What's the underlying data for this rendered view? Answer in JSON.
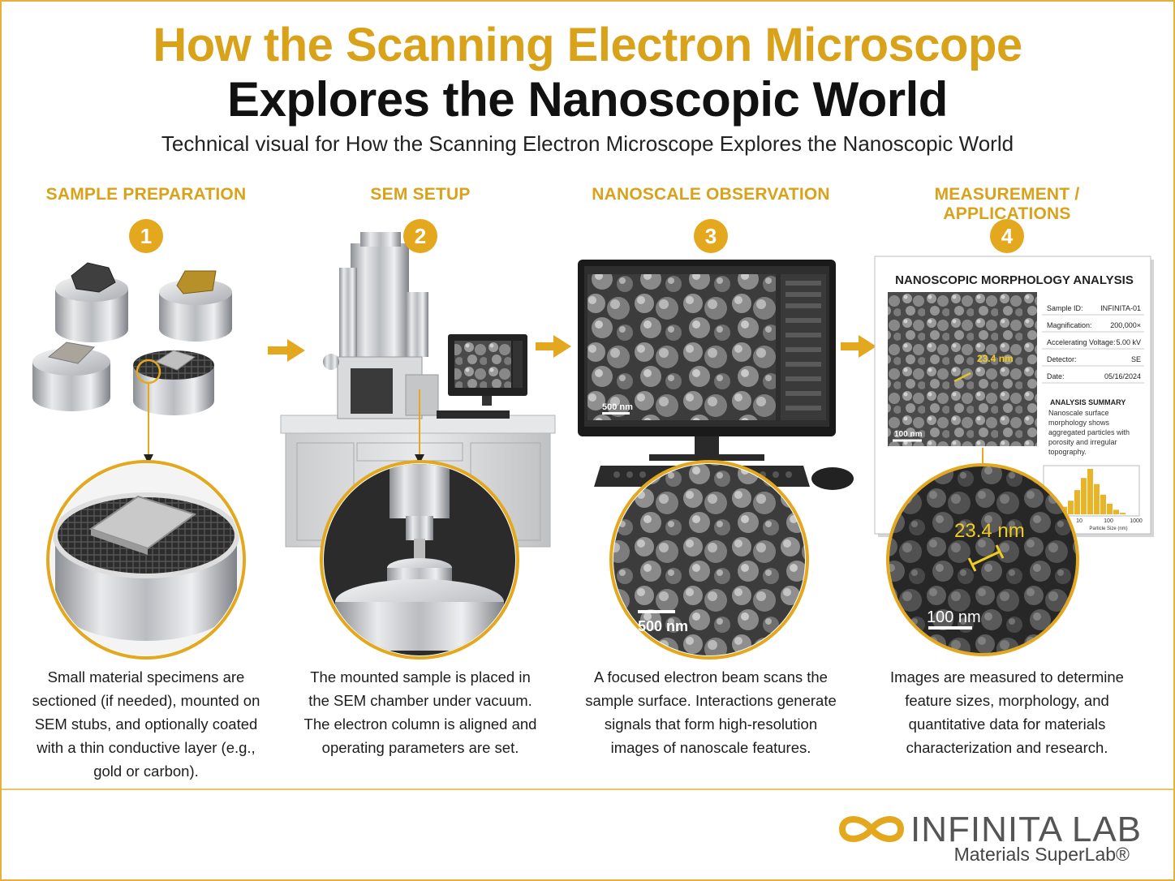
{
  "header": {
    "title_line1": "How the Scanning Electron Microscope",
    "title_line2": "Explores the Nanoscopic World",
    "subtitle": "Technical visual for How the Scanning Electron Microscope Explores the Nanoscopic World"
  },
  "steps": [
    {
      "number": "1",
      "title": "SAMPLE PREPARATION",
      "description": "Small material specimens are sectioned (if needed), mounted on SEM stubs, and optionally coated with a thin conductive layer (e.g., gold or carbon)."
    },
    {
      "number": "2",
      "title": "SEM SETUP",
      "description": "The mounted sample is placed in the SEM chamber under vacuum. The electron column is aligned and operating parameters are set."
    },
    {
      "number": "3",
      "title": "NANOSCALE OBSERVATION",
      "description": "A focused electron beam scans the sample surface. Interactions generate signals that form high-resolution images of nanoscale features.",
      "screen_scale": "500 nm",
      "zoom_scale": "500 nm"
    },
    {
      "number": "4",
      "title": "MEASUREMENT / APPLICATIONS",
      "description": "Images are measured to determine feature sizes, morphology, and quantitative data for materials characterization and research."
    }
  ],
  "report": {
    "title": "NANOSCOPIC MORPHOLOGY ANALYSIS",
    "fields": [
      {
        "label": "Sample ID:",
        "value": "INFINITA-01"
      },
      {
        "label": "Magnification:",
        "value": "200,000×"
      },
      {
        "label": "Accelerating Voltage:",
        "value": "5.00 kV"
      },
      {
        "label": "Detector:",
        "value": "SE"
      },
      {
        "label": "Date:",
        "value": "05/16/2024"
      }
    ],
    "summary_title": "ANALYSIS SUMMARY",
    "summary_text": "Nanoscale surface morphology shows aggregated particles with porosity and irregular topography.",
    "measurement": "23.4 nm",
    "scale_bar": "100 nm",
    "histogram_ticks": [
      "10",
      "100",
      "1000"
    ],
    "histogram_xlabel": "Particle Size (nm)",
    "histogram_values": [
      2,
      5,
      9,
      16,
      24,
      30,
      20,
      13,
      7,
      3,
      1
    ]
  },
  "zoom4": {
    "measurement": "23.4 nm",
    "scale_bar": "100 nm"
  },
  "brand": {
    "name": "INFINITA LAB",
    "tagline": "Materials SuperLab®",
    "accent": "#e3a81e"
  }
}
